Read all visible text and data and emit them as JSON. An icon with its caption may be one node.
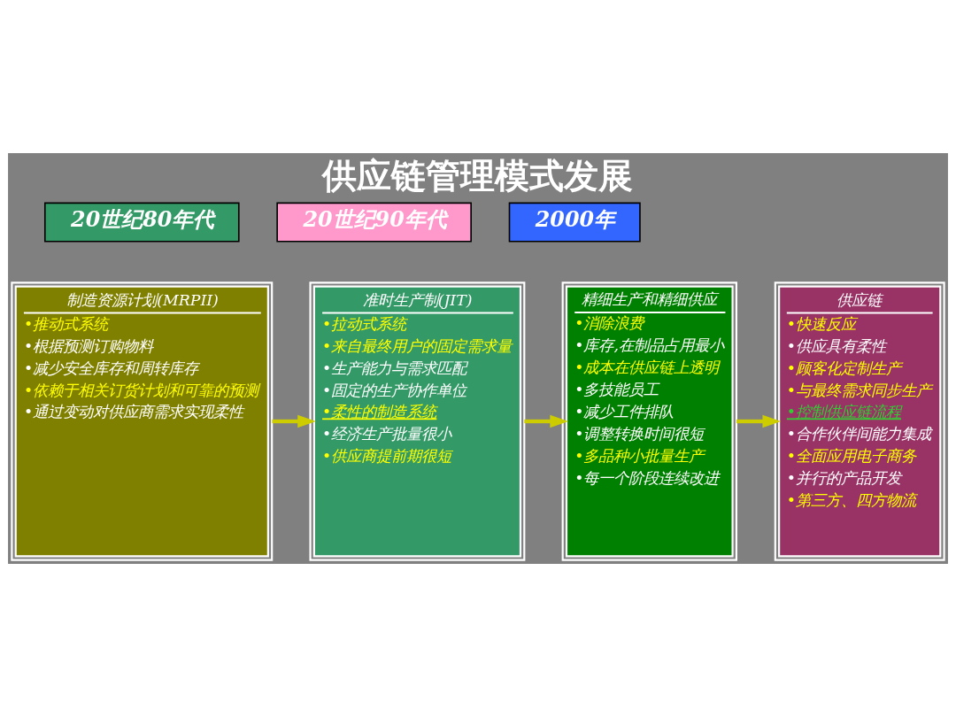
{
  "diagram": {
    "title": "供应链管理模式发展",
    "nodes": [
      {
        "text": [
          "20世纪80年代"
        ]
      },
      {
        "text": [
          "20世纪90年代"
        ]
      },
      {
        "text": [
          "2000年"
        ]
      },
      {
        "text": [
          "制造资源计划(MRPII)",
          "•推动式系统",
          "•根据预测订购物料",
          "•减少安全库存和周转库存",
          "•依赖于相关订货计划和可靠的预测",
          "•通过变动对供应商需求实现柔性"
        ]
      },
      {
        "text": [
          "准时生产制(JIT)",
          "•拉动式系统",
          "•来自最终用户的固定需求量",
          "•生产能力与需求匹配",
          "•固定的生产协作单位",
          "•柔性的制造系统",
          "•经济生产批量很小",
          "•供应商提前期很短"
        ]
      },
      {
        "text": [
          "精细生产和精细供应",
          "•消除浪费",
          "•库存,在制品占用最小",
          "•成本在供应链上透明",
          "•多技能员工",
          "•减少工件排队",
          "•调整转换时间很短",
          "•多品种小批量生产",
          "•每一个阶段连续改进"
        ]
      },
      {
        "text": [
          "供应链",
          "•快速反应",
          "•供应具有柔性",
          "•顾客化定制生产",
          "•与最终需求同步生产",
          "•控制供应链流程",
          "•合作伙伴间能力集成",
          "•全面应用电子商务",
          "•并行的产品开发",
          "•第三方、四方物流"
        ]
      }
    ],
    "edges": [
      {
        "from": 3,
        "to": 4,
        "arrow": "to"
      },
      {
        "from": 4,
        "to": 5,
        "arrow": "to"
      },
      {
        "from": 5,
        "to": 6,
        "arrow": "to"
      }
    ]
  }
}
